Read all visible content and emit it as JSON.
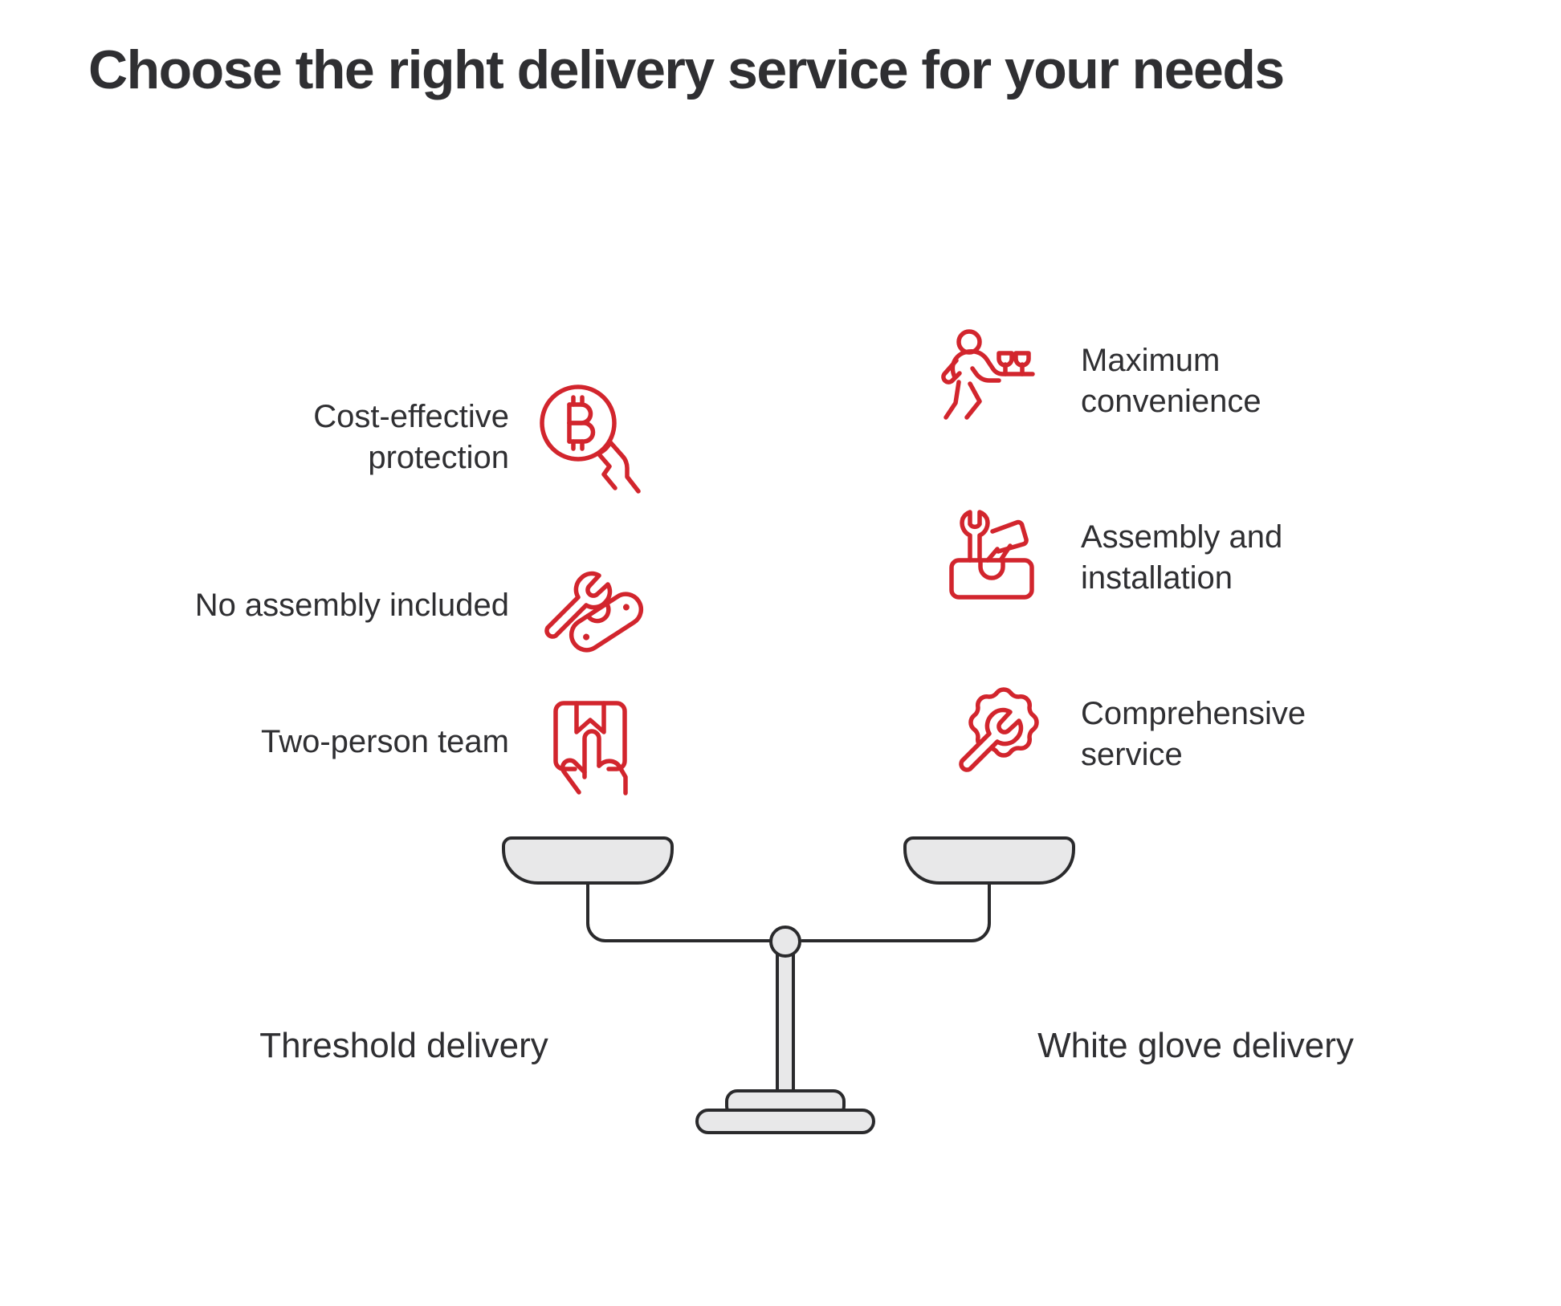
{
  "title": "Choose the right delivery service for your needs",
  "colors": {
    "accent_red": "#d2252d",
    "ink": "#2f2f32",
    "scale_fill": "#e8e8e9",
    "scale_stroke": "#2a2a2c"
  },
  "left_column": {
    "side_label": "Threshold delivery",
    "items": [
      {
        "label": "Cost-effective protection",
        "icon": "coin-in-hand-icon"
      },
      {
        "label": "No assembly included",
        "icon": "wrench-and-bracket-icon"
      },
      {
        "label": "Two-person team",
        "icon": "package-handling-icon"
      }
    ]
  },
  "right_column": {
    "side_label": "White glove delivery",
    "items": [
      {
        "label": "Maximum convenience",
        "icon": "waiter-with-tray-icon"
      },
      {
        "label": "Assembly and installation",
        "icon": "toolbox-icon"
      },
      {
        "label": "Comprehensive service",
        "icon": "gear-with-wrench-icon"
      }
    ]
  },
  "center_graphic": "balance-scale"
}
